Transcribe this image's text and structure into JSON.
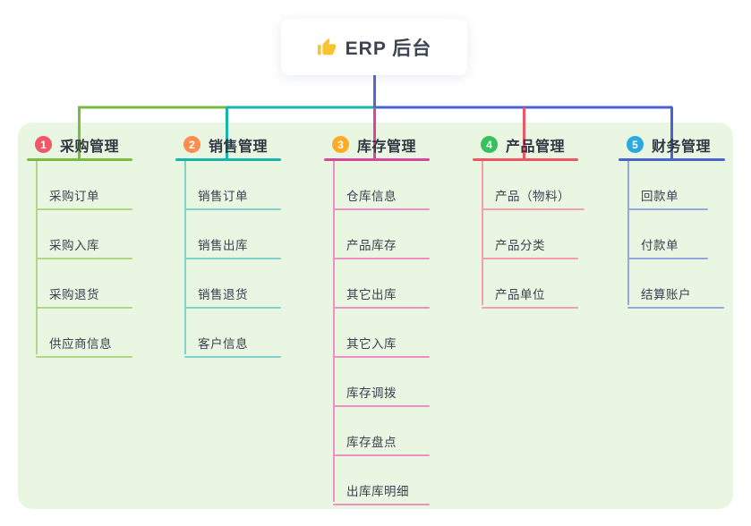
{
  "root": {
    "label": "ERP 后台",
    "icon": "thumbs-up-icon",
    "icon_color": "#f6c331",
    "connector_color": "#5468cd"
  },
  "panel": {
    "background": "#e9f6e2"
  },
  "branches": [
    {
      "number": "1",
      "title": "采购管理",
      "badge_color": "#f2566b",
      "line_color": "#7cbb41",
      "child_line_color": "#aed884",
      "children": [
        "采购订单",
        "采购入库",
        "采购退货",
        "供应商信息"
      ]
    },
    {
      "number": "2",
      "title": "销售管理",
      "badge_color": "#ff8d4d",
      "line_color": "#19b5ad",
      "child_line_color": "#7fd3cd",
      "children": [
        "销售订单",
        "销售出库",
        "销售退货",
        "客户信息"
      ]
    },
    {
      "number": "3",
      "title": "库存管理",
      "badge_color": "#ffab26",
      "line_color": "#d6479e",
      "child_line_color": "#ee8fc5",
      "children": [
        "仓库信息",
        "产品库存",
        "其它出库",
        "其它入库",
        "库存调拨",
        "库存盘点",
        "出库库明细"
      ]
    },
    {
      "number": "4",
      "title": "产品管理",
      "badge_color": "#36c05e",
      "line_color": "#ee5666",
      "child_line_color": "#f59fa8",
      "children": [
        "产品（物料）",
        "产品分类",
        "产品单位"
      ]
    },
    {
      "number": "5",
      "title": "财务管理",
      "badge_color": "#2fa7e0",
      "line_color": "#4a64cd",
      "child_line_color": "#93a7e3",
      "children": [
        "回款单",
        "付款单",
        "结算账户"
      ]
    }
  ]
}
